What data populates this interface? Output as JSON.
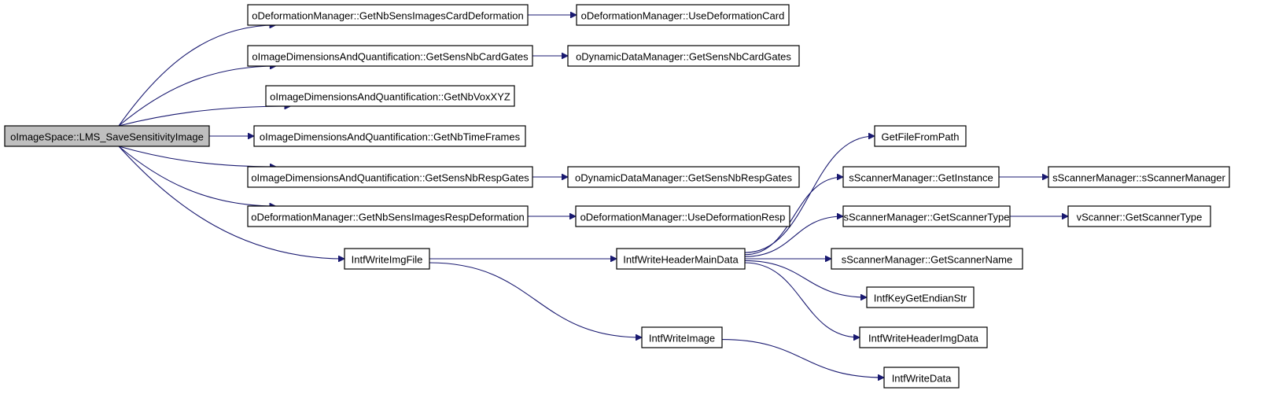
{
  "diagram": {
    "type": "call-graph",
    "root": "n_root",
    "nodes": [
      {
        "id": "n_root",
        "label": "oImageSpace::LMS_SaveSensitivityImage",
        "is_root": true
      },
      {
        "id": "n_def_card",
        "label": "oDeformationManager::GetNbSensImagesCardDeformation"
      },
      {
        "id": "n_use_def_card",
        "label": "oDeformationManager::UseDeformationCard"
      },
      {
        "id": "n_idq_card",
        "label": "oImageDimensionsAndQuantification::GetSensNbCardGates"
      },
      {
        "id": "n_ddm_card",
        "label": "oDynamicDataManager::GetSensNbCardGates"
      },
      {
        "id": "n_idq_vox",
        "label": "oImageDimensionsAndQuantification::GetNbVoxXYZ"
      },
      {
        "id": "n_idq_time",
        "label": "oImageDimensionsAndQuantification::GetNbTimeFrames"
      },
      {
        "id": "n_idq_resp",
        "label": "oImageDimensionsAndQuantification::GetSensNbRespGates"
      },
      {
        "id": "n_ddm_resp",
        "label": "oDynamicDataManager::GetSensNbRespGates"
      },
      {
        "id": "n_def_resp",
        "label": "oDeformationManager::GetNbSensImagesRespDeformation"
      },
      {
        "id": "n_use_def_resp",
        "label": "oDeformationManager::UseDeformationResp"
      },
      {
        "id": "n_write_img_file",
        "label": "IntfWriteImgFile"
      },
      {
        "id": "n_write_hdr_main",
        "label": "IntfWriteHeaderMainData"
      },
      {
        "id": "n_get_file",
        "label": "GetFileFromPath"
      },
      {
        "id": "n_ssm_inst",
        "label": "sScannerManager::GetInstance"
      },
      {
        "id": "n_ssm_ctor",
        "label": "sScannerManager::sScannerManager"
      },
      {
        "id": "n_ssm_type",
        "label": "sScannerManager::GetScannerType"
      },
      {
        "id": "n_vsc_type",
        "label": "vScanner::GetScannerType"
      },
      {
        "id": "n_ssm_name",
        "label": "sScannerManager::GetScannerName"
      },
      {
        "id": "n_endian",
        "label": "IntfKeyGetEndianStr"
      },
      {
        "id": "n_hdr_img",
        "label": "IntfWriteHeaderImgData"
      },
      {
        "id": "n_write_image",
        "label": "IntfWriteImage"
      },
      {
        "id": "n_write_data",
        "label": "IntfWriteData"
      }
    ],
    "edges": [
      {
        "from": "n_root",
        "to": "n_def_card"
      },
      {
        "from": "n_root",
        "to": "n_idq_card"
      },
      {
        "from": "n_root",
        "to": "n_idq_vox"
      },
      {
        "from": "n_root",
        "to": "n_idq_time"
      },
      {
        "from": "n_root",
        "to": "n_idq_resp"
      },
      {
        "from": "n_root",
        "to": "n_def_resp"
      },
      {
        "from": "n_root",
        "to": "n_write_img_file"
      },
      {
        "from": "n_def_card",
        "to": "n_use_def_card"
      },
      {
        "from": "n_idq_card",
        "to": "n_ddm_card"
      },
      {
        "from": "n_idq_resp",
        "to": "n_ddm_resp"
      },
      {
        "from": "n_def_resp",
        "to": "n_use_def_resp"
      },
      {
        "from": "n_write_img_file",
        "to": "n_write_hdr_main"
      },
      {
        "from": "n_write_img_file",
        "to": "n_write_image"
      },
      {
        "from": "n_write_hdr_main",
        "to": "n_get_file"
      },
      {
        "from": "n_write_hdr_main",
        "to": "n_ssm_inst"
      },
      {
        "from": "n_write_hdr_main",
        "to": "n_ssm_type"
      },
      {
        "from": "n_write_hdr_main",
        "to": "n_ssm_name"
      },
      {
        "from": "n_write_hdr_main",
        "to": "n_endian"
      },
      {
        "from": "n_write_hdr_main",
        "to": "n_hdr_img"
      },
      {
        "from": "n_ssm_inst",
        "to": "n_ssm_ctor"
      },
      {
        "from": "n_ssm_type",
        "to": "n_vsc_type"
      },
      {
        "from": "n_write_image",
        "to": "n_write_data"
      }
    ],
    "colors": {
      "edge": "#191970",
      "node_border": "#000000",
      "node_fill": "#ffffff",
      "root_fill": "#bfbfbf",
      "background": "#ffffff"
    }
  }
}
